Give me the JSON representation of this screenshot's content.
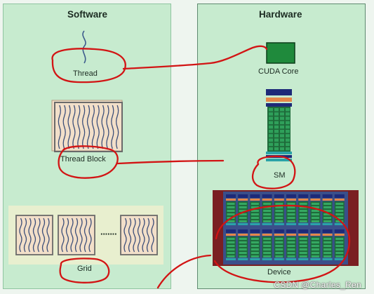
{
  "software": {
    "title": "Software",
    "thread_label": "Thread",
    "block_label": "Thread Block",
    "grid_label": "Grid",
    "grid_ellipsis": "·······"
  },
  "hardware": {
    "title": "Hardware",
    "core_label": "CUDA Core",
    "sm_label": "SM",
    "device_label": "Device"
  },
  "colors": {
    "panel_fill": "#c7ebcf",
    "thread_block_fill": "#f2dfc9",
    "grid_area_fill": "#e8efcf",
    "cuda_core": "#1f8a3c",
    "sm_navy": "#1d2a78",
    "sm_orange": "#e4884a",
    "sm_teal": "#2aa3a8",
    "annotation_red": "#d21414"
  },
  "icons": [
    "thread-squiggle-icon",
    "cuda-core-icon",
    "sm-chip-icon",
    "device-chip-icon"
  ],
  "watermark": "CSDN @Charles_Ren"
}
